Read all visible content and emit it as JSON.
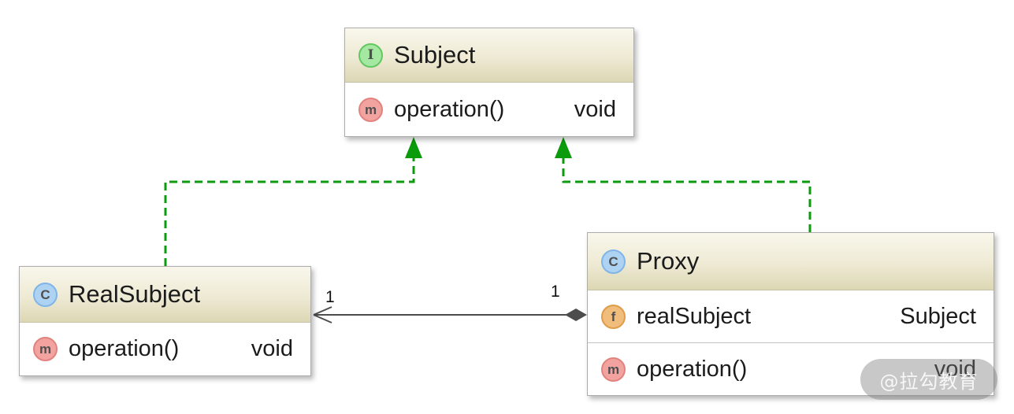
{
  "diagram": {
    "classes": [
      {
        "name": "Subject",
        "kind": "interface",
        "methods": [
          {
            "name": "operation()",
            "type": "void"
          }
        ]
      },
      {
        "name": "RealSubject",
        "kind": "class",
        "methods": [
          {
            "name": "operation()",
            "type": "void"
          }
        ]
      },
      {
        "name": "Proxy",
        "kind": "class",
        "fields": [
          {
            "name": "realSubject",
            "type": "Subject"
          }
        ],
        "methods": [
          {
            "name": "operation()",
            "type": "void"
          }
        ]
      }
    ],
    "icon_letters": {
      "interface": "I",
      "class": "C",
      "method": "m",
      "field": "f"
    },
    "edges": [
      {
        "type": "realization",
        "from": "RealSubject",
        "to": "Subject",
        "style": "green-dashed-triangle"
      },
      {
        "type": "realization",
        "from": "Proxy",
        "to": "Subject",
        "style": "green-dashed-triangle"
      },
      {
        "type": "aggregation",
        "from": "Proxy",
        "to": "RealSubject",
        "diamond": "filled",
        "source_multiplicity": "1",
        "target_multiplicity": "1"
      }
    ],
    "colors": {
      "realization_green": "#0c9b0c",
      "association_gray": "#4d4d4d",
      "header_top": "#f9f7ec",
      "header_bottom": "#dcd7b4",
      "interface_icon": "#a5e8a2",
      "class_icon": "#aed2f2",
      "method_icon": "#f2a3a0",
      "field_icon": "#f0bd7d"
    }
  },
  "watermark": {
    "text": "@拉勾教育"
  }
}
